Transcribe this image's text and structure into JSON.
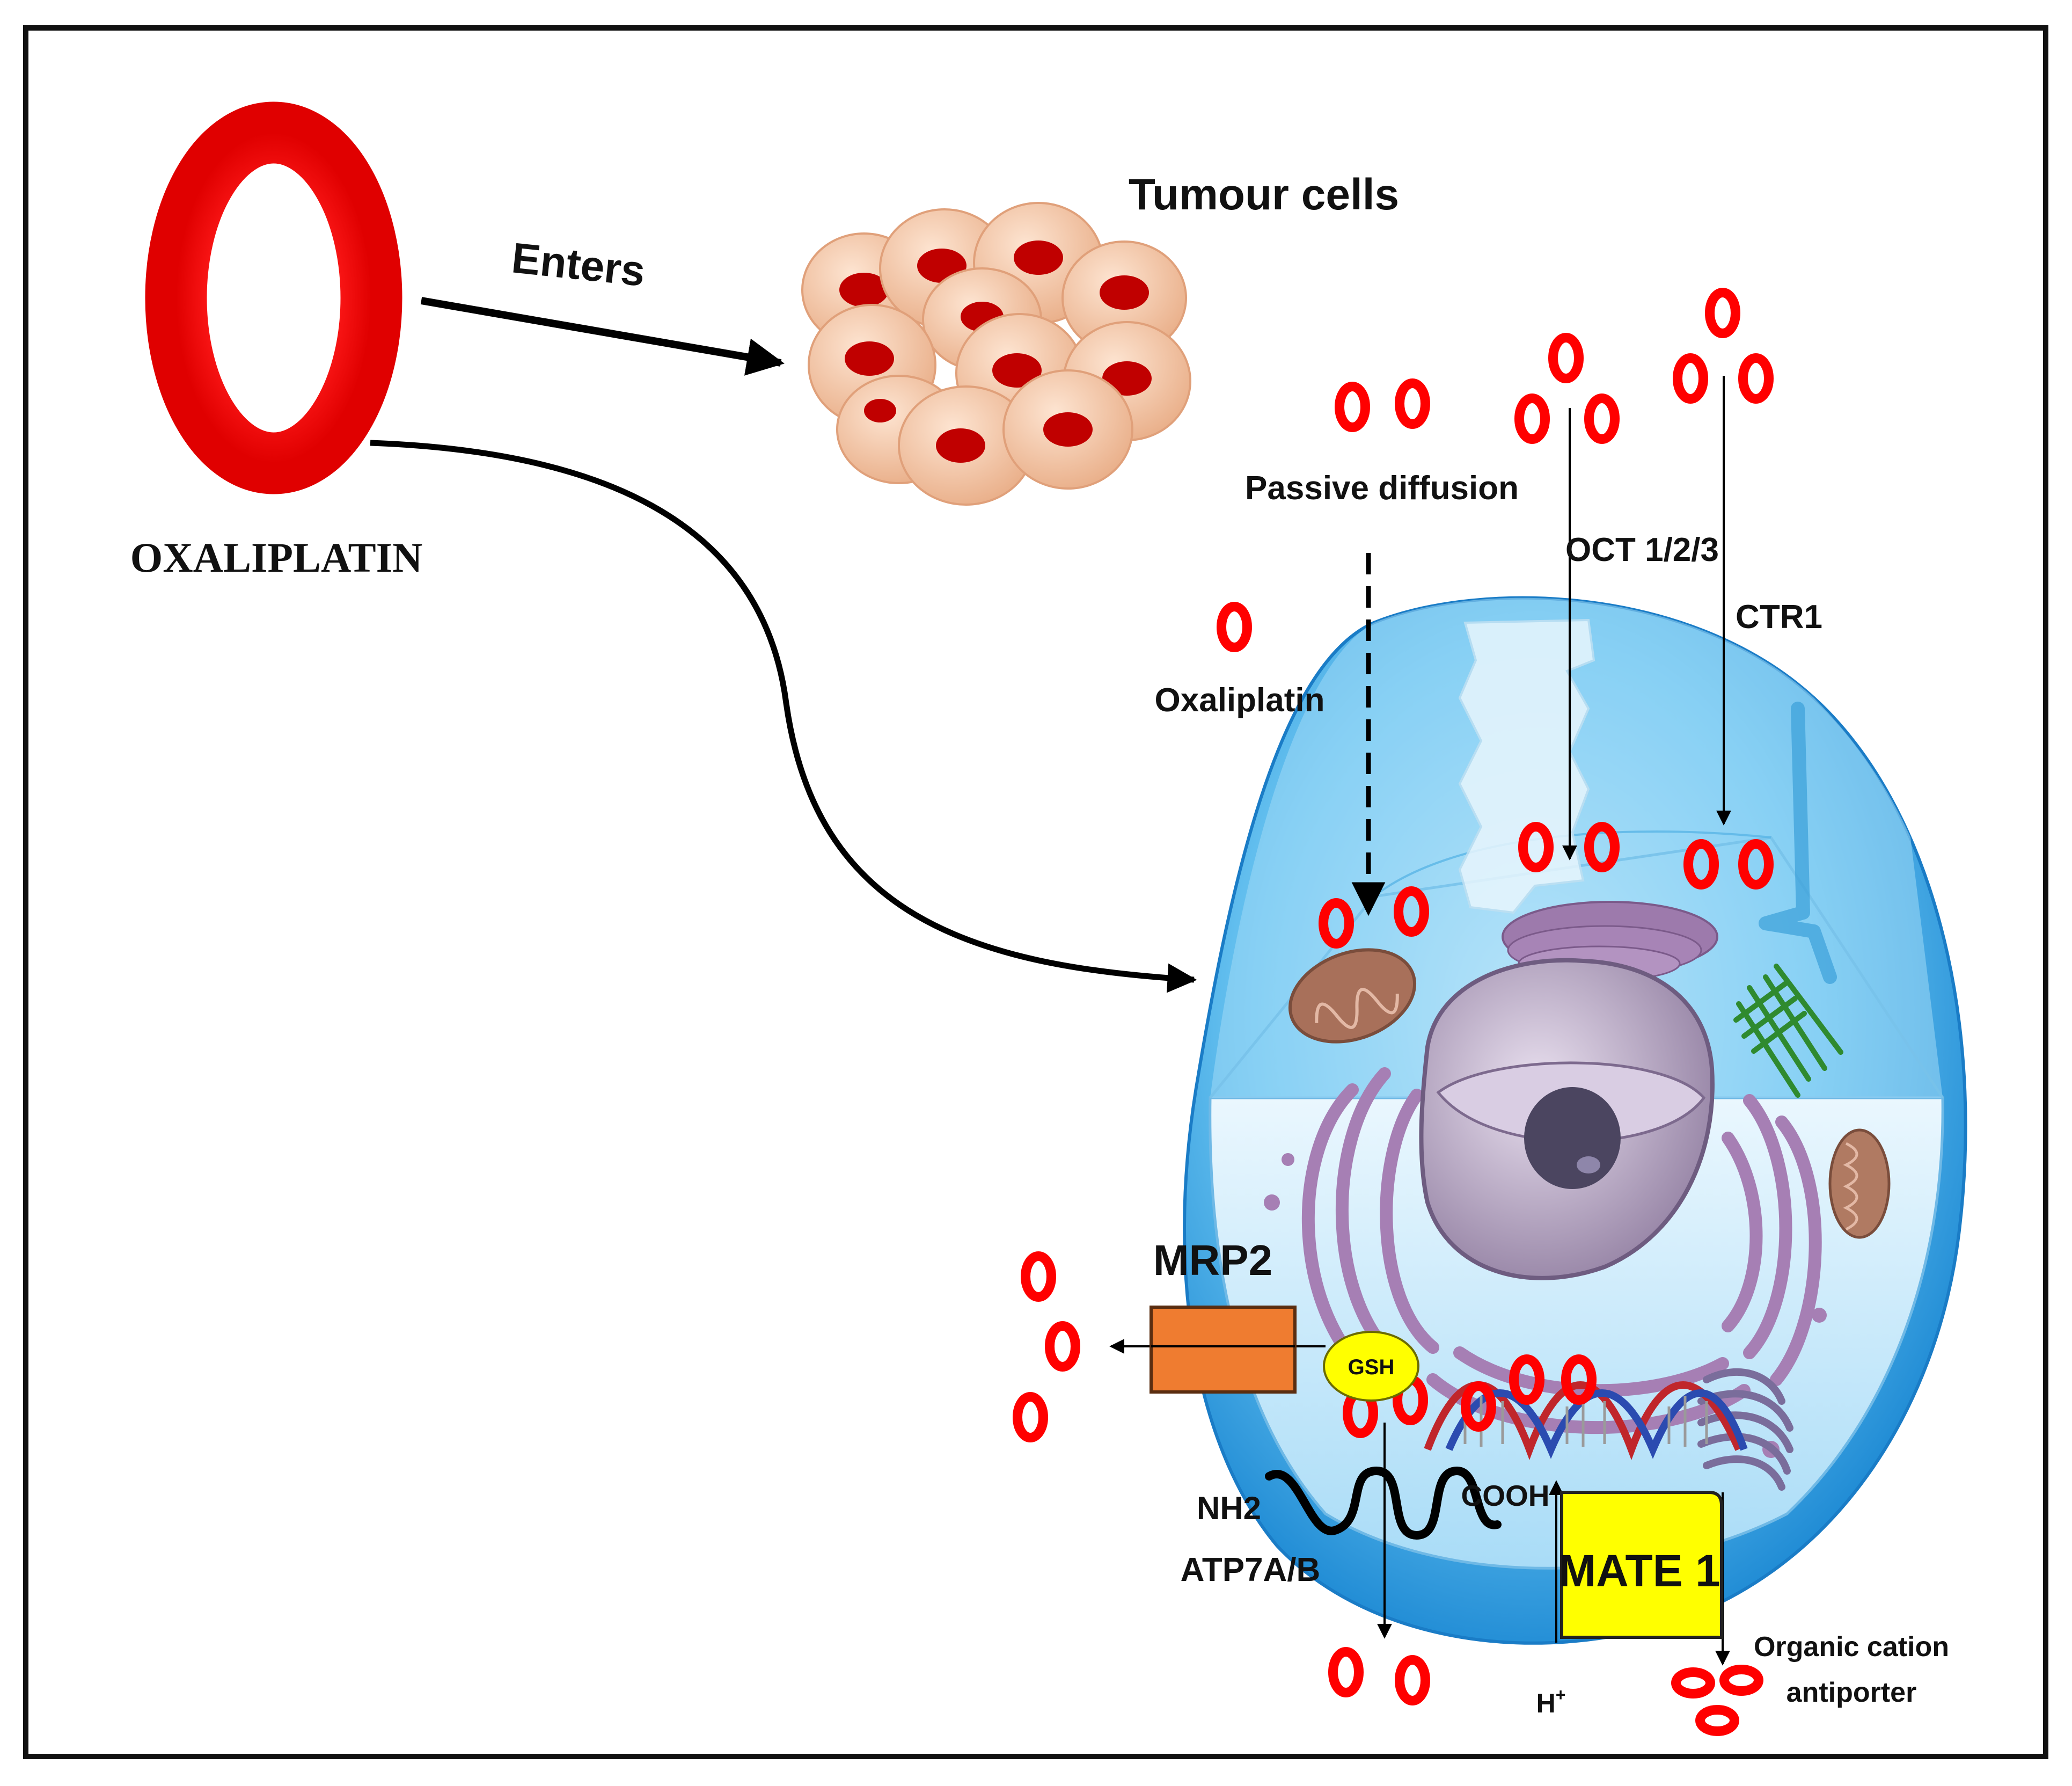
{
  "labels": {
    "drug_name": "OXALIPLATIN",
    "enters": "Enters",
    "tumour_cells": "Tumour cells",
    "passive_diffusion": "Passive diffusion",
    "oct": "OCT 1/2/3",
    "ctr1": "CTR1",
    "oxaliplatin": "Oxaliplatin",
    "mrp2": "MRP2",
    "gsh": "GSH",
    "nh2": "NH2",
    "cooh": "COOH",
    "atp7ab": "ATP7A/B",
    "mate1": "MATE 1",
    "h_plus": "H",
    "h_plus_sup": "+",
    "organic_cation_line1": "Organic cation",
    "organic_cation_line2": "antiporter"
  },
  "colors": {
    "drug_ring": "#ff0000",
    "tumour_cell": "#f5c9a8",
    "tumour_nucleus": "#c00000",
    "cell_body": "#2aa3e6",
    "cell_light": "#bfe6fa",
    "nucleus": "#b7a3c6",
    "golgi": "#a67fb4",
    "mitochondrion": "#a8705a",
    "centrosome": "#3aa03a",
    "mrp2_box": "#ef7c30",
    "gsh": "#ffff00",
    "mate1_box": "#ffff00",
    "dna_red": "#c0262b",
    "dna_blue": "#2b4bb0",
    "frame": "#111111"
  }
}
